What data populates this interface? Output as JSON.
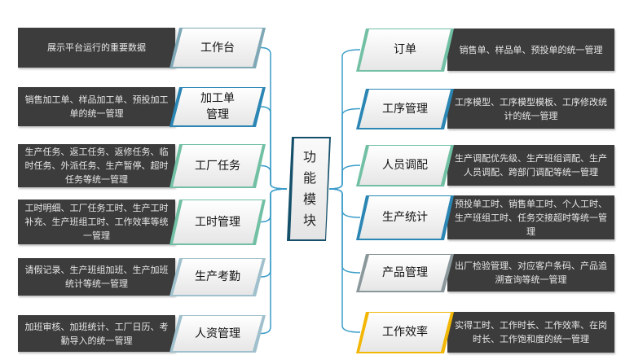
{
  "center": {
    "title": "功能模块"
  },
  "colors": {
    "connector": "#3a9cc8",
    "dark_box": "#3c3c3c"
  },
  "left": [
    {
      "label": "工作台",
      "desc": "展示平台运行的重要数据",
      "accent": "#7fa8b6"
    },
    {
      "label": "加工单管理",
      "desc": "销售加工单、样品加工单、预投加工单的统一管理",
      "accent": "#2b86b4"
    },
    {
      "label": "工厂任务",
      "desc": "生产任务、返工任务、返修任务、临时任务、外派任务、生产暂停、超时任务等统一管理",
      "accent": "#72c0a4"
    },
    {
      "label": "工时管理",
      "desc": "工时明细、工厂任务工时、生产工时补充、生产班组工时、工作效率等统一管理",
      "accent": "#72c0a4"
    },
    {
      "label": "生产考勤",
      "desc": "请假记录、生产班组加班、生产加班统计等统一管理",
      "accent": "#9fc0cc"
    },
    {
      "label": "人资管理",
      "desc": "加班审核、加班统计、工厂日历、考勤导入的统一管理",
      "accent": "#9fc0cc"
    }
  ],
  "right": [
    {
      "label": "订单",
      "desc": "销售单、样品单、预投单的统一管理",
      "accent": "#72c0a4"
    },
    {
      "label": "工序管理",
      "desc": "工序模型、工序模型模板、工序修改统计的统一管理",
      "accent": "#2b86b4"
    },
    {
      "label": "人员调配",
      "desc": "生产调配优先级、生产班组调配、生产人员调配、跨部门调配等统一管理",
      "accent": "#72c0a4"
    },
    {
      "label": "生产统计",
      "desc": "预投单工时、销售单工时、个人工时、生产班组工时、任务交接超时等统一管理",
      "accent": "#2b86b4"
    },
    {
      "label": "产品管理",
      "desc": "出厂检验管理、对应客户条码、产品追溯查询等统一管理",
      "accent": "#8a979b"
    },
    {
      "label": "工作效率",
      "desc": "实得工时、工作时长、工作效率、在岗时长、工作饱和度的统一管理",
      "accent": "#f2b705"
    }
  ]
}
